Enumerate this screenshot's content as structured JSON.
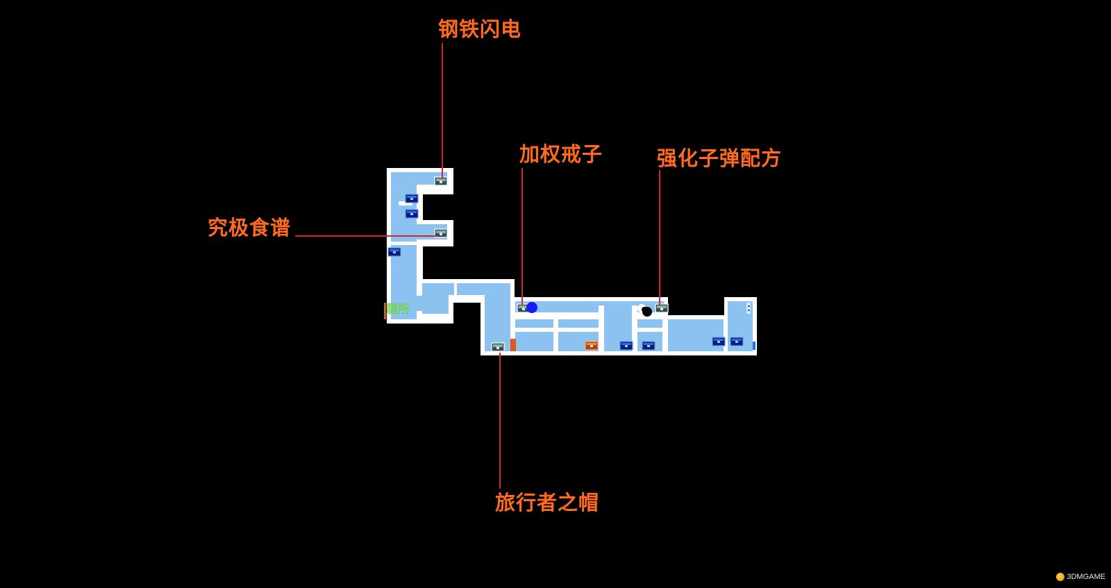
{
  "labels": {
    "steel_lightning": "钢铁闪电",
    "weighted_ring": "加权戒子",
    "enhanced_bullet_recipe": "强化子弹配方",
    "ultimate_recipe": "究极食谱",
    "travelers_hat": "旅行者之帽",
    "toilet": "厕所"
  },
  "watermark": "3DMGAME",
  "colors": {
    "background": "#000000",
    "room_fill": "#8cc2f0",
    "wall": "#ffffff",
    "label": "#ff6a1f",
    "leader": "#d8232a",
    "player_marker": "#1a1aff",
    "toilet_text": "#6fd64a"
  },
  "icons": {
    "teal_chest": "treasure-chest-icon",
    "blue_chest": "blue-chest-icon",
    "orange_chest": "orange-chest-icon",
    "player": "player-marker-icon",
    "enemy": "enemy-blob-icon",
    "door": "door-icon"
  }
}
